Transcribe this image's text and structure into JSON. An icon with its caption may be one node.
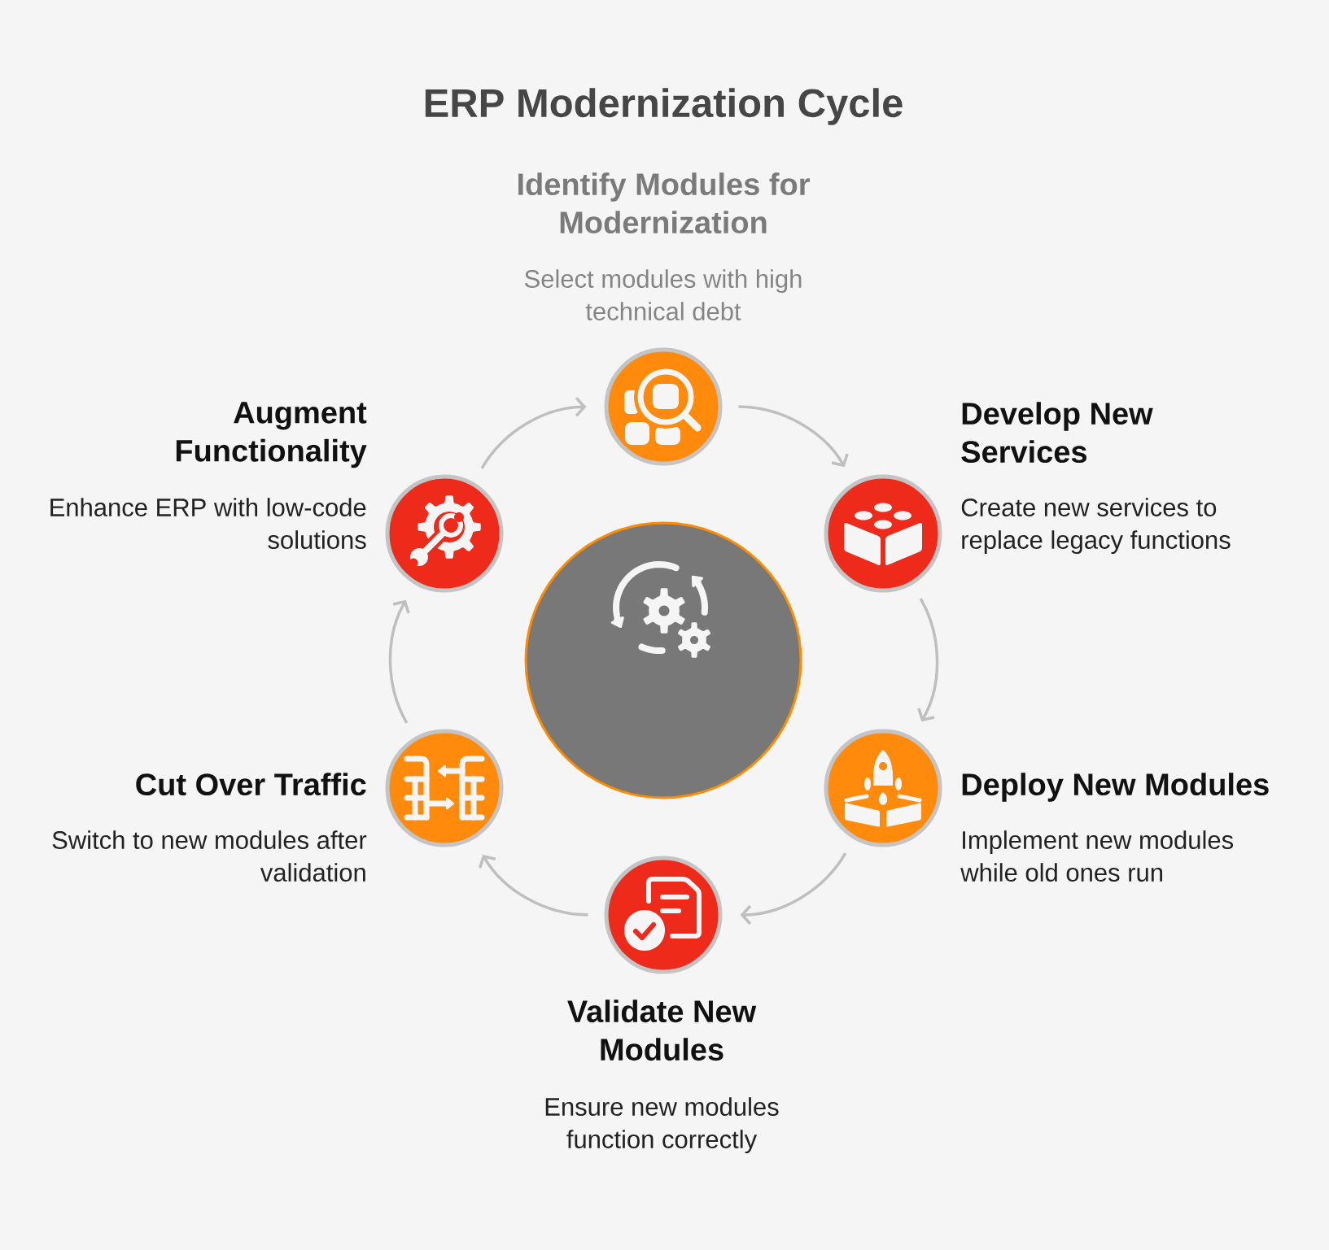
{
  "diagram": {
    "title": "ERP Modernization Cycle",
    "nodes": [
      {
        "text": [
          "Identify Modules for Modernization",
          "Select modules with high technical debt"
        ]
      },
      {
        "text": [
          "Develop New Services",
          "Create new services to replace legacy functions"
        ]
      },
      {
        "text": [
          "Deploy New Modules",
          "Implement new modules while old ones run"
        ]
      },
      {
        "text": [
          "Validate New Modules",
          "Ensure new modules function correctly"
        ]
      },
      {
        "text": [
          "Cut Over Traffic",
          "Switch to new modules after validation"
        ]
      },
      {
        "text": [
          "Augment Functionality",
          "Enhance ERP with low-code solutions"
        ]
      },
      {
        "text": [],
        "shape": "circle"
      }
    ],
    "edges": [
      {
        "from": 0,
        "to": 1,
        "arrow": "to"
      },
      {
        "from": 1,
        "to": 2,
        "arrow": "to"
      },
      {
        "from": 2,
        "to": 3,
        "arrow": "to"
      },
      {
        "from": 3,
        "to": 4,
        "arrow": "to"
      },
      {
        "from": 4,
        "to": 5,
        "arrow": "to"
      },
      {
        "from": 5,
        "to": 0,
        "arrow": "to"
      }
    ]
  }
}
